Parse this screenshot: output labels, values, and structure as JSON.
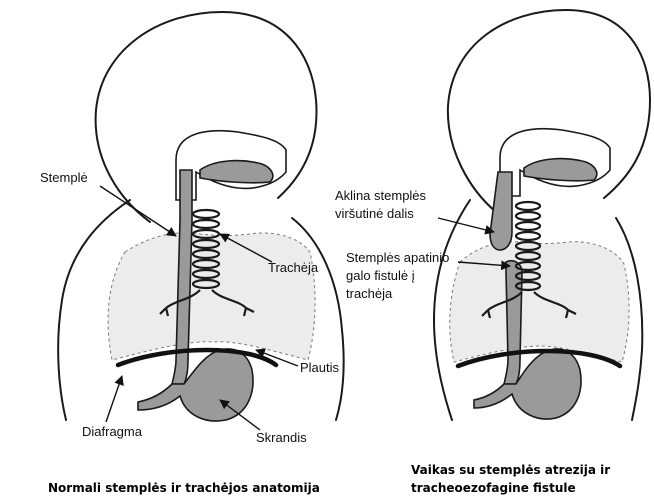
{
  "left_panel": {
    "labels": {
      "stemple": "Stemplė",
      "tracheja": "Trachėja",
      "plautis": "Plautis",
      "diafragma": "Diafragma",
      "skrandis": "Skrandis"
    },
    "caption": "Normali stemplės ir trachėjos anatomija"
  },
  "right_panel": {
    "labels": {
      "upper_line1": "Aklina stemplės",
      "upper_line2": "viršutinė dalis",
      "fistula_line1": "Stemplės apatinio",
      "fistula_line2": "galo fistulė į",
      "fistula_line3": "trachėja"
    },
    "caption_line1": "Vaikas su stemplės atrezija ir",
    "caption_line2": "tracheoezofagine fistule"
  }
}
